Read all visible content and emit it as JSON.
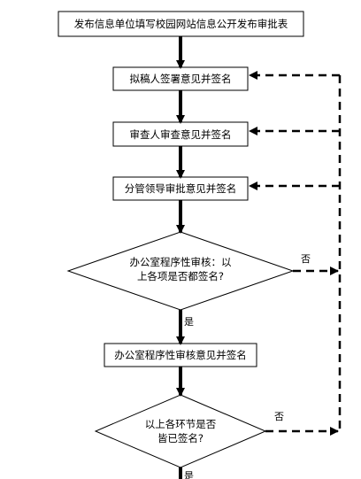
{
  "nodes": {
    "title": "发布信息单位填写校园网站信息公开发布审批表",
    "drafter": "拟稿人签署意见并签名",
    "reviewer": "审查人审查意见并签名",
    "leader": "分管领导审批意见并签名",
    "check1": [
      "办公室程序性审核：以",
      "上各项是否都签名?"
    ],
    "office": "办公室程序性审核意见并签名",
    "check2": [
      "以上各环节是否",
      "皆已签名?"
    ]
  },
  "edges": {
    "check1_no": "否",
    "check1_yes": "是",
    "check2_no": "否",
    "check2_yes": "是"
  }
}
